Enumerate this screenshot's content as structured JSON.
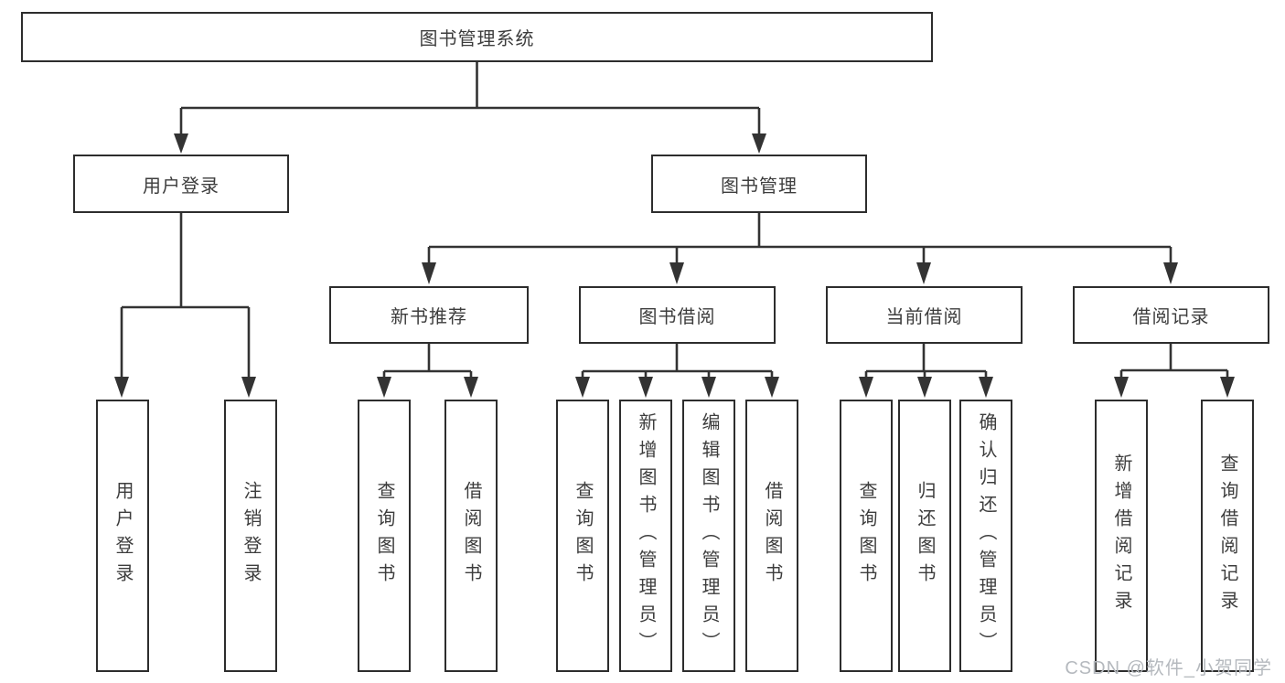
{
  "diagram": {
    "root": {
      "label": "图书管理系统"
    },
    "branches": [
      {
        "label": "用户登录",
        "leaves": [
          {
            "label": "用户登录"
          },
          {
            "label": "注销登录"
          }
        ]
      },
      {
        "label": "图书管理",
        "groups": [
          {
            "label": "新书推荐",
            "leaves": [
              {
                "label": "查询图书"
              },
              {
                "label": "借阅图书"
              }
            ]
          },
          {
            "label": "图书借阅",
            "leaves": [
              {
                "label": "查询图书"
              },
              {
                "label": "新增图书（管理员）"
              },
              {
                "label": "编辑图书（管理员）"
              },
              {
                "label": "借阅图书"
              }
            ]
          },
          {
            "label": "当前借阅",
            "leaves": [
              {
                "label": "查询图书"
              },
              {
                "label": "归还图书"
              },
              {
                "label": "确认归还（管理员）"
              }
            ]
          },
          {
            "label": "借阅记录",
            "leaves": [
              {
                "label": "新增借阅记录"
              },
              {
                "label": "查询借阅记录"
              }
            ]
          }
        ]
      }
    ]
  },
  "watermark": "CSDN @软件_小贺同学",
  "colors": {
    "line": "#333333",
    "border": "#2d2d2d",
    "text": "#3d3d3d",
    "box_bg": "#ffffff",
    "watermark": "#b5b9be"
  }
}
